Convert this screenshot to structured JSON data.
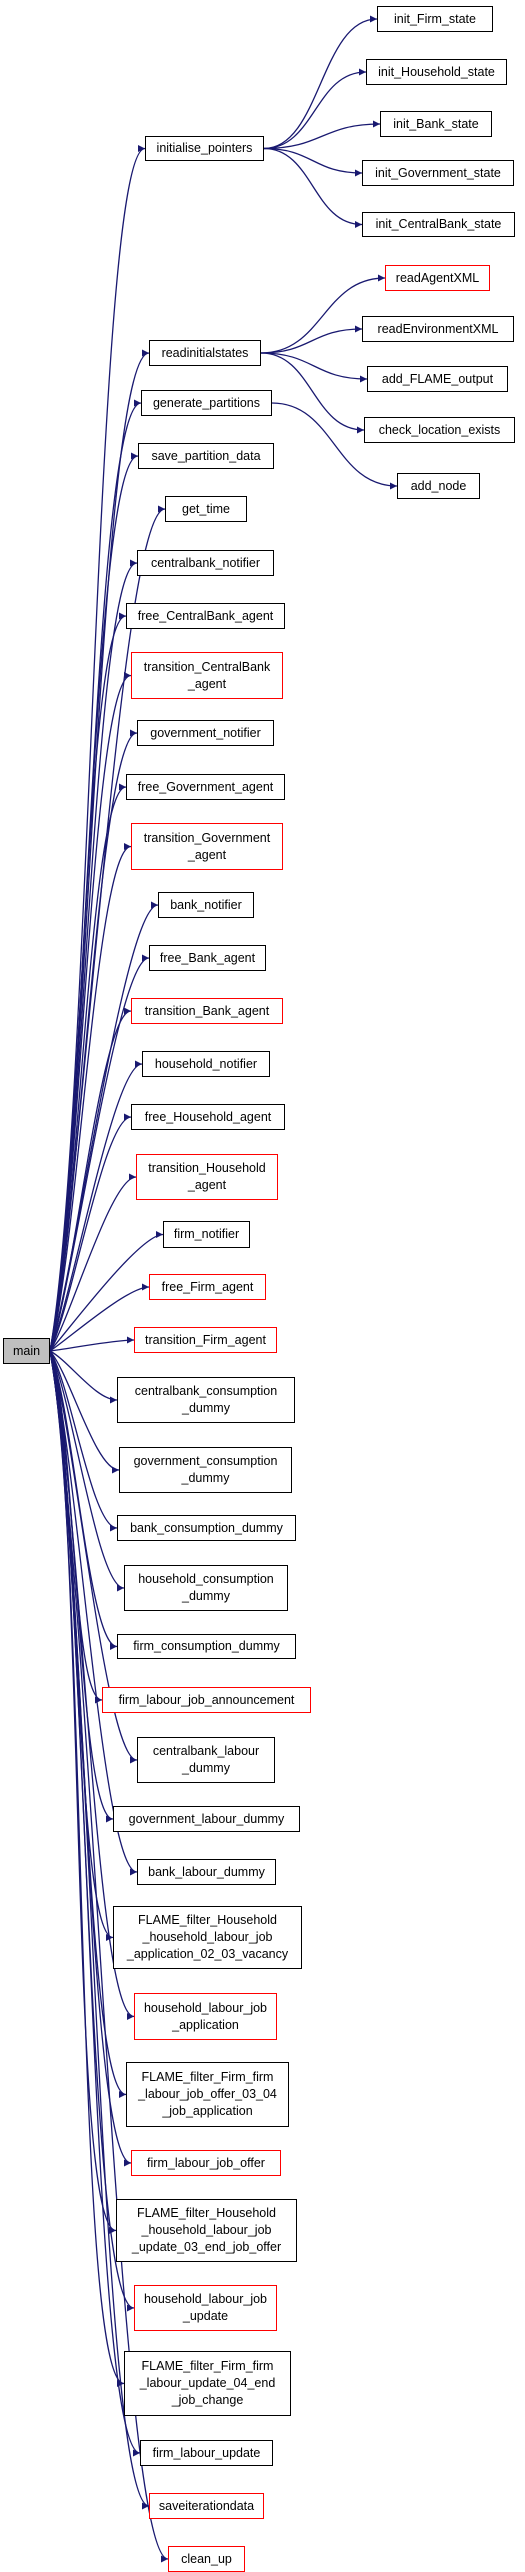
{
  "colors": {
    "edge": "#191970",
    "border_default": "#000000",
    "border_highlight": "#ff0000",
    "root_fill": "#bfbfbf"
  },
  "nodes": [
    {
      "id": "main",
      "lines": [
        "main"
      ],
      "color": "black"
    },
    {
      "id": "initialise_pointers",
      "lines": [
        "initialise_pointers"
      ],
      "color": "black"
    },
    {
      "id": "init_Firm_state",
      "lines": [
        "init_Firm_state"
      ],
      "color": "black"
    },
    {
      "id": "init_Household_state",
      "lines": [
        "init_Household_state"
      ],
      "color": "black"
    },
    {
      "id": "init_Bank_state",
      "lines": [
        "init_Bank_state"
      ],
      "color": "black"
    },
    {
      "id": "init_Government_state",
      "lines": [
        "init_Government_state"
      ],
      "color": "black"
    },
    {
      "id": "init_CentralBank_state",
      "lines": [
        "init_CentralBank_state"
      ],
      "color": "black"
    },
    {
      "id": "readinitialstates",
      "lines": [
        "readinitialstates"
      ],
      "color": "black"
    },
    {
      "id": "readAgentXML",
      "lines": [
        "readAgentXML"
      ],
      "color": "red"
    },
    {
      "id": "readEnvironmentXML",
      "lines": [
        "readEnvironmentXML"
      ],
      "color": "black"
    },
    {
      "id": "add_FLAME_output",
      "lines": [
        "add_FLAME_output"
      ],
      "color": "black"
    },
    {
      "id": "check_location_exists",
      "lines": [
        "check_location_exists"
      ],
      "color": "black"
    },
    {
      "id": "generate_partitions",
      "lines": [
        "generate_partitions"
      ],
      "color": "black"
    },
    {
      "id": "add_node",
      "lines": [
        "add_node"
      ],
      "color": "black"
    },
    {
      "id": "save_partition_data",
      "lines": [
        "save_partition_data"
      ],
      "color": "black"
    },
    {
      "id": "get_time",
      "lines": [
        "get_time"
      ],
      "color": "black"
    },
    {
      "id": "centralbank_notifier",
      "lines": [
        "centralbank_notifier"
      ],
      "color": "black"
    },
    {
      "id": "free_CentralBank_agent",
      "lines": [
        "free_CentralBank_agent"
      ],
      "color": "black"
    },
    {
      "id": "transition_CentralBank_agent",
      "lines": [
        "transition_CentralBank",
        "_agent"
      ],
      "color": "red"
    },
    {
      "id": "government_notifier",
      "lines": [
        "government_notifier"
      ],
      "color": "black"
    },
    {
      "id": "free_Government_agent",
      "lines": [
        "free_Government_agent"
      ],
      "color": "black"
    },
    {
      "id": "transition_Government_agent",
      "lines": [
        "transition_Government",
        "_agent"
      ],
      "color": "red"
    },
    {
      "id": "bank_notifier",
      "lines": [
        "bank_notifier"
      ],
      "color": "black"
    },
    {
      "id": "free_Bank_agent",
      "lines": [
        "free_Bank_agent"
      ],
      "color": "black"
    },
    {
      "id": "transition_Bank_agent",
      "lines": [
        "transition_Bank_agent"
      ],
      "color": "red"
    },
    {
      "id": "household_notifier",
      "lines": [
        "household_notifier"
      ],
      "color": "black"
    },
    {
      "id": "free_Household_agent",
      "lines": [
        "free_Household_agent"
      ],
      "color": "black"
    },
    {
      "id": "transition_Household_agent",
      "lines": [
        "transition_Household",
        "_agent"
      ],
      "color": "red"
    },
    {
      "id": "firm_notifier",
      "lines": [
        "firm_notifier"
      ],
      "color": "black"
    },
    {
      "id": "free_Firm_agent",
      "lines": [
        "free_Firm_agent"
      ],
      "color": "red"
    },
    {
      "id": "transition_Firm_agent",
      "lines": [
        "transition_Firm_agent"
      ],
      "color": "red"
    },
    {
      "id": "centralbank_consumption_dummy",
      "lines": [
        "centralbank_consumption",
        "_dummy"
      ],
      "color": "black"
    },
    {
      "id": "government_consumption_dummy",
      "lines": [
        "government_consumption",
        "_dummy"
      ],
      "color": "black"
    },
    {
      "id": "bank_consumption_dummy",
      "lines": [
        "bank_consumption_dummy"
      ],
      "color": "black"
    },
    {
      "id": "household_consumption_dummy",
      "lines": [
        "household_consumption",
        "_dummy"
      ],
      "color": "black"
    },
    {
      "id": "firm_consumption_dummy",
      "lines": [
        "firm_consumption_dummy"
      ],
      "color": "black"
    },
    {
      "id": "firm_labour_job_announcement",
      "lines": [
        "firm_labour_job_announcement"
      ],
      "color": "red"
    },
    {
      "id": "centralbank_labour_dummy",
      "lines": [
        "centralbank_labour",
        "_dummy"
      ],
      "color": "black"
    },
    {
      "id": "government_labour_dummy",
      "lines": [
        "government_labour_dummy"
      ],
      "color": "black"
    },
    {
      "id": "bank_labour_dummy",
      "lines": [
        "bank_labour_dummy"
      ],
      "color": "black"
    },
    {
      "id": "FLAME_filter_Household_vacancy",
      "lines": [
        "FLAME_filter_Household",
        "_household_labour_job",
        "_application_02_03_vacancy"
      ],
      "color": "black"
    },
    {
      "id": "household_labour_job_application",
      "lines": [
        "household_labour_job",
        "_application"
      ],
      "color": "red"
    },
    {
      "id": "FLAME_filter_Firm_application",
      "lines": [
        "FLAME_filter_Firm_firm",
        "_labour_job_offer_03_04",
        "_job_application"
      ],
      "color": "black"
    },
    {
      "id": "firm_labour_job_offer",
      "lines": [
        "firm_labour_job_offer"
      ],
      "color": "red"
    },
    {
      "id": "FLAME_filter_Household_offer",
      "lines": [
        "FLAME_filter_Household",
        "_household_labour_job",
        "_update_03_end_job_offer"
      ],
      "color": "black"
    },
    {
      "id": "household_labour_job_update",
      "lines": [
        "household_labour_job",
        "_update"
      ],
      "color": "red"
    },
    {
      "id": "FLAME_filter_Firm_change",
      "lines": [
        "FLAME_filter_Firm_firm",
        "_labour_update_04_end",
        "_job_change"
      ],
      "color": "black"
    },
    {
      "id": "firm_labour_update",
      "lines": [
        "firm_labour_update"
      ],
      "color": "black"
    },
    {
      "id": "saveiterationdata",
      "lines": [
        "saveiterationdata"
      ],
      "color": "red"
    },
    {
      "id": "clean_up",
      "lines": [
        "clean_up"
      ],
      "color": "red"
    }
  ],
  "edges": [
    [
      "main",
      "initialise_pointers"
    ],
    [
      "main",
      "readinitialstates"
    ],
    [
      "main",
      "generate_partitions"
    ],
    [
      "main",
      "save_partition_data"
    ],
    [
      "main",
      "get_time"
    ],
    [
      "main",
      "centralbank_notifier"
    ],
    [
      "main",
      "free_CentralBank_agent"
    ],
    [
      "main",
      "transition_CentralBank_agent"
    ],
    [
      "main",
      "government_notifier"
    ],
    [
      "main",
      "free_Government_agent"
    ],
    [
      "main",
      "transition_Government_agent"
    ],
    [
      "main",
      "bank_notifier"
    ],
    [
      "main",
      "free_Bank_agent"
    ],
    [
      "main",
      "transition_Bank_agent"
    ],
    [
      "main",
      "household_notifier"
    ],
    [
      "main",
      "free_Household_agent"
    ],
    [
      "main",
      "transition_Household_agent"
    ],
    [
      "main",
      "firm_notifier"
    ],
    [
      "main",
      "free_Firm_agent"
    ],
    [
      "main",
      "transition_Firm_agent"
    ],
    [
      "main",
      "centralbank_consumption_dummy"
    ],
    [
      "main",
      "government_consumption_dummy"
    ],
    [
      "main",
      "bank_consumption_dummy"
    ],
    [
      "main",
      "household_consumption_dummy"
    ],
    [
      "main",
      "firm_consumption_dummy"
    ],
    [
      "main",
      "firm_labour_job_announcement"
    ],
    [
      "main",
      "centralbank_labour_dummy"
    ],
    [
      "main",
      "government_labour_dummy"
    ],
    [
      "main",
      "bank_labour_dummy"
    ],
    [
      "main",
      "FLAME_filter_Household_vacancy"
    ],
    [
      "main",
      "household_labour_job_application"
    ],
    [
      "main",
      "FLAME_filter_Firm_application"
    ],
    [
      "main",
      "firm_labour_job_offer"
    ],
    [
      "main",
      "FLAME_filter_Household_offer"
    ],
    [
      "main",
      "household_labour_job_update"
    ],
    [
      "main",
      "FLAME_filter_Firm_change"
    ],
    [
      "main",
      "firm_labour_update"
    ],
    [
      "main",
      "saveiterationdata"
    ],
    [
      "main",
      "clean_up"
    ],
    [
      "initialise_pointers",
      "init_Firm_state"
    ],
    [
      "initialise_pointers",
      "init_Household_state"
    ],
    [
      "initialise_pointers",
      "init_Bank_state"
    ],
    [
      "initialise_pointers",
      "init_Government_state"
    ],
    [
      "initialise_pointers",
      "init_CentralBank_state"
    ],
    [
      "readinitialstates",
      "readAgentXML"
    ],
    [
      "readinitialstates",
      "readEnvironmentXML"
    ],
    [
      "readinitialstates",
      "add_FLAME_output"
    ],
    [
      "readinitialstates",
      "check_location_exists"
    ],
    [
      "generate_partitions",
      "add_node"
    ]
  ]
}
